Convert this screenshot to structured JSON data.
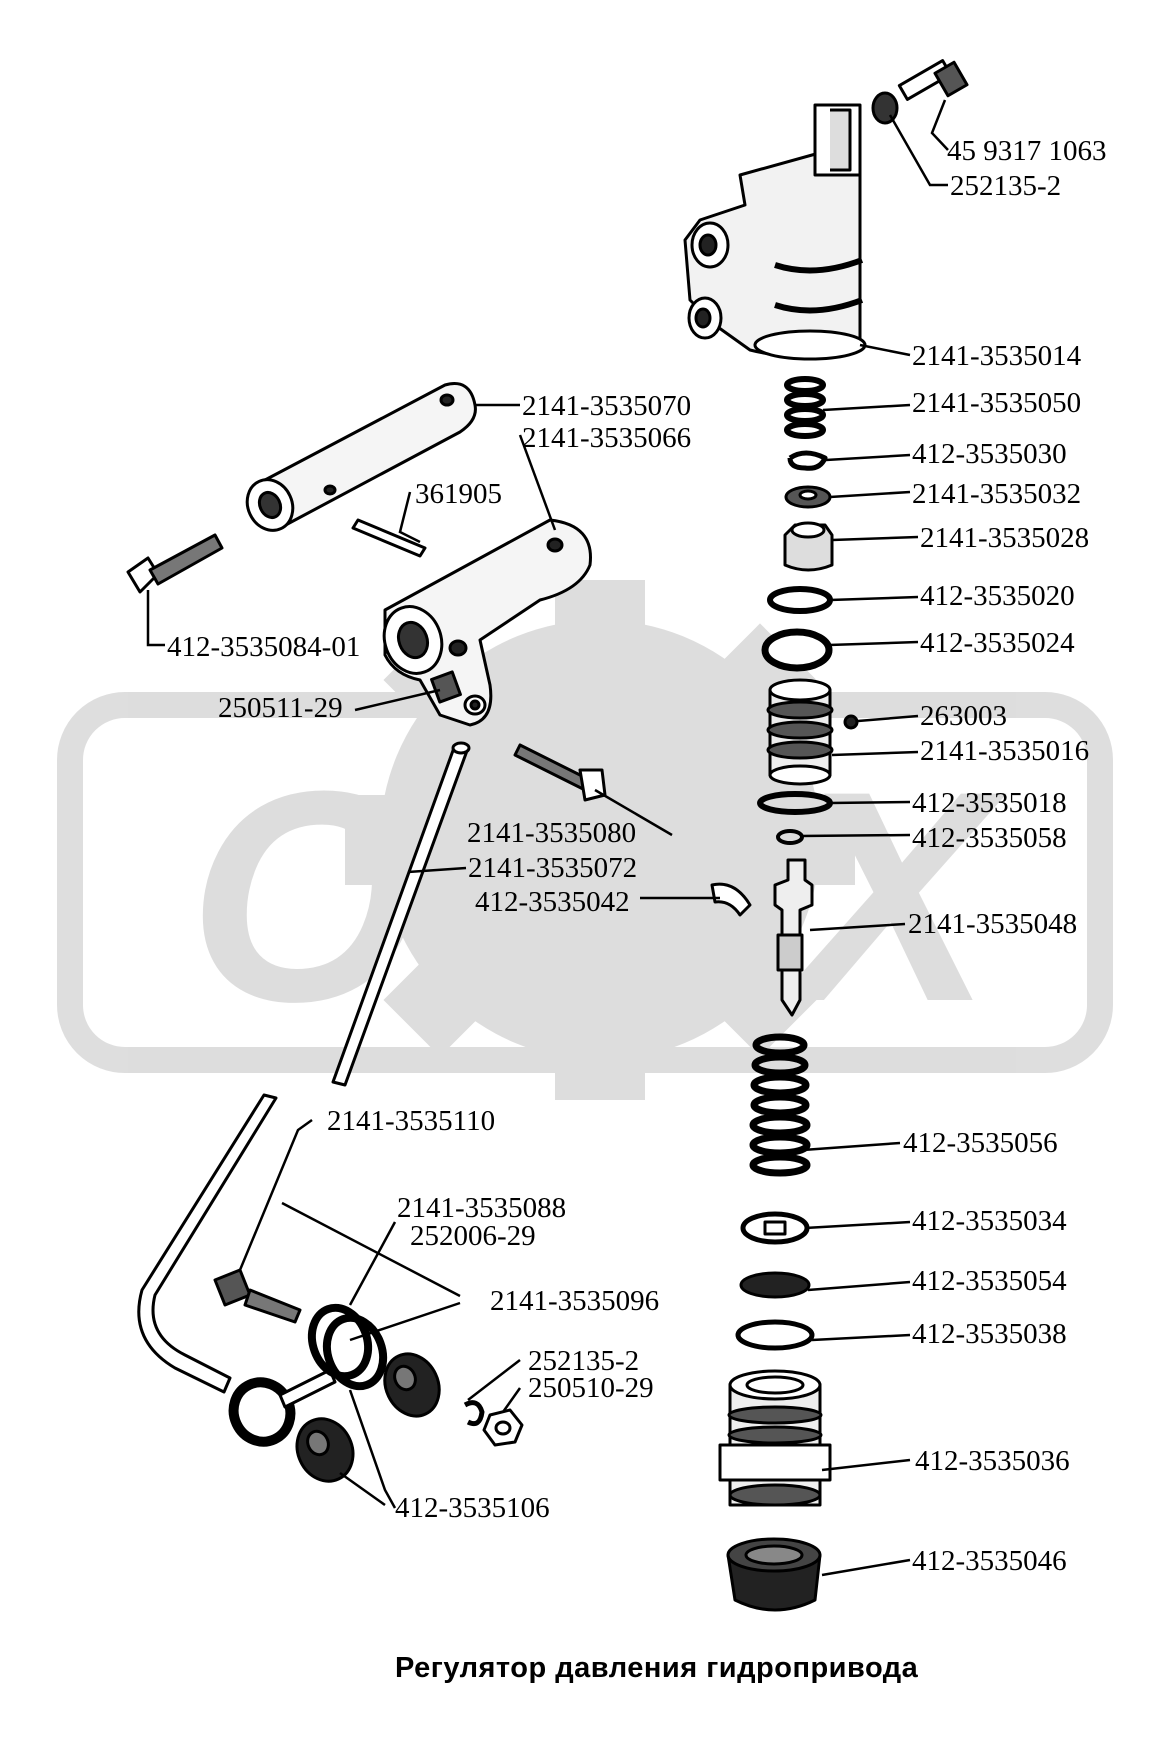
{
  "watermark": "OPEX",
  "caption": "Регулятор давления гидропривода",
  "labels": {
    "l01": "45 9317 1063",
    "l02": "252135-2",
    "l03": "2141-3535014",
    "l04": "2141-3535050",
    "l05": "412-3535030",
    "l06": "2141-3535032",
    "l07": "2141-3535028",
    "l08": "412-3535020",
    "l09": "412-3535024",
    "l10": "263003",
    "l11": "2141-3535016",
    "l12": "412-3535018",
    "l13": "412-3535058",
    "l14": "2141-3535048",
    "l15": "412-3535056",
    "l16": "412-3535034",
    "l17": "412-3535054",
    "l18": "412-3535038",
    "l19": "412-3535036",
    "l20": "412-3535046",
    "l21": "2141-3535070",
    "l22": "2141-3535066",
    "l23": "361905",
    "l24": "412-3535084-01",
    "l25": "250511-29",
    "l26": "2141-3535080",
    "l27": "2141-3535072",
    "l28": "412-3535042",
    "l29": "2141-3535110",
    "l30": "2141-3535088",
    "l31": "252006-29",
    "l32": "2141-3535096",
    "l33": "252135-2",
    "l34": "250510-29",
    "l35": "412-3535106"
  }
}
